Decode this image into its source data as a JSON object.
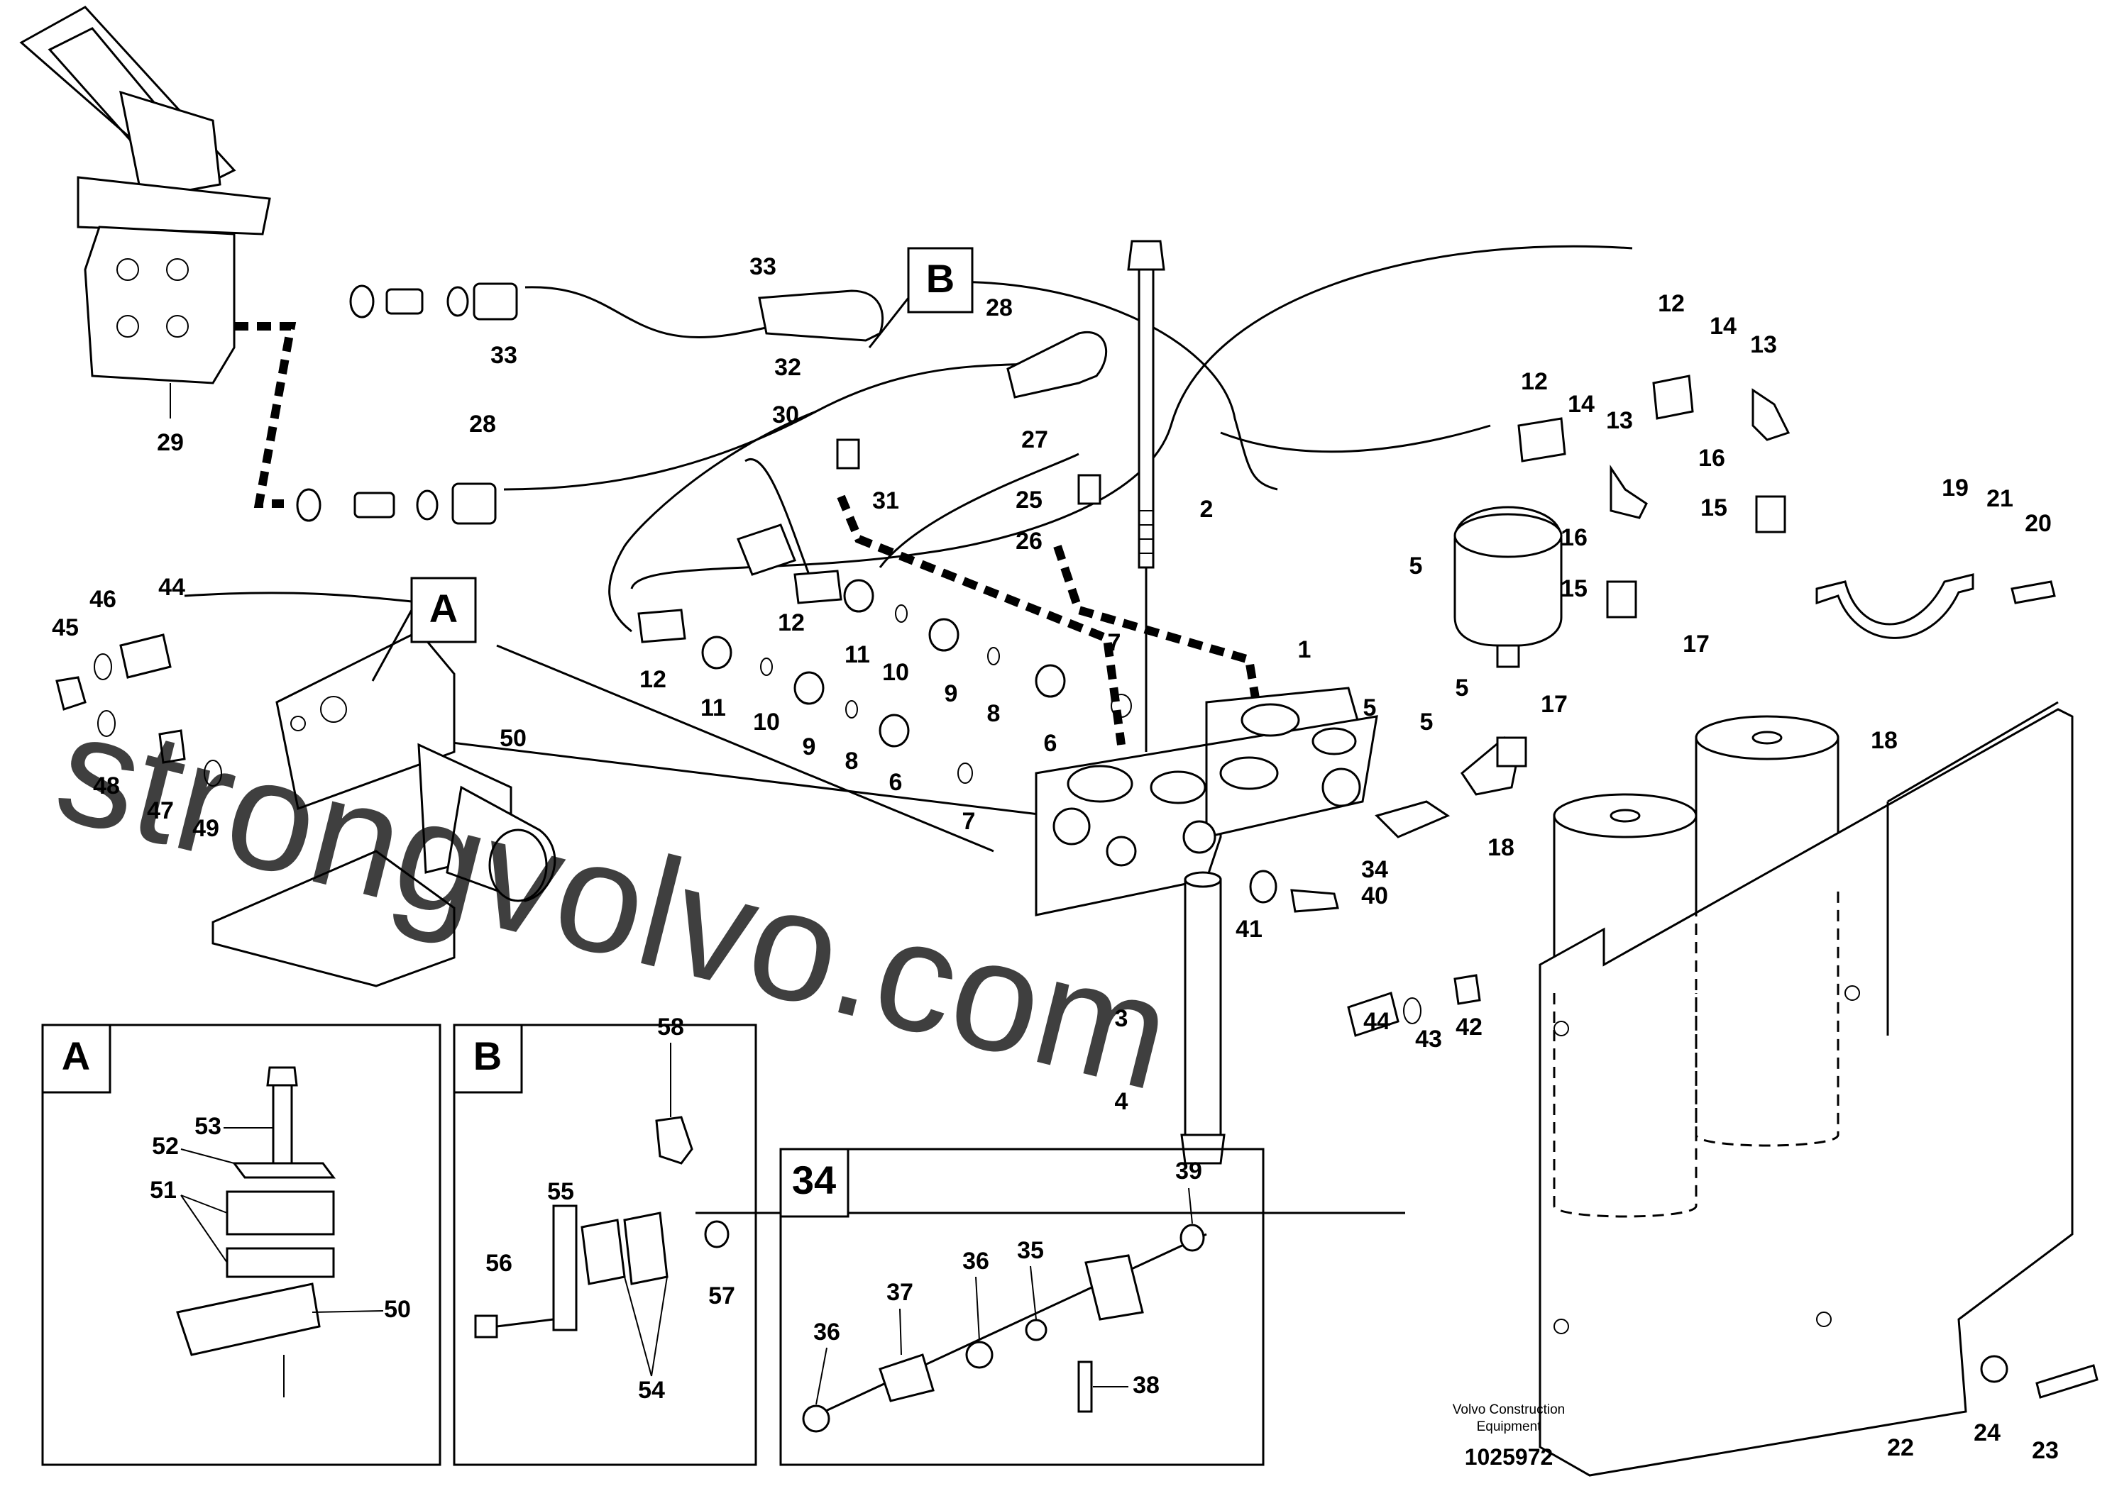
{
  "part_labels": {
    "l1": "1",
    "l2": "2",
    "l3": "3",
    "l4": "4",
    "l5a": "5",
    "l5b": "5",
    "l5c": "5",
    "l5d": "5",
    "l6a": "6",
    "l6b": "6",
    "l7a": "7",
    "l7b": "7",
    "l8a": "8",
    "l8b": "8",
    "l9a": "9",
    "l9b": "9",
    "l10a": "10",
    "l10b": "10",
    "l11a": "11",
    "l11b": "11",
    "l12a": "12",
    "l12b": "12",
    "l12c": "12",
    "l12d": "12",
    "l13a": "13",
    "l13b": "13",
    "l14a": "14",
    "l14b": "14",
    "l15a": "15",
    "l15b": "15",
    "l16a": "16",
    "l16b": "16",
    "l17a": "17",
    "l17b": "17",
    "l18a": "18",
    "l18b": "18",
    "l19": "19",
    "l20": "20",
    "l21": "21",
    "l22": "22",
    "l23": "23",
    "l24": "24",
    "l25": "25",
    "l26": "26",
    "l27": "27",
    "l28a": "28",
    "l28b": "28",
    "l29": "29",
    "l30": "30",
    "l31": "31",
    "l32": "32",
    "l33a": "33",
    "l33b": "33",
    "l34": "34",
    "l40": "40",
    "l41": "41",
    "l42": "42",
    "l43": "43",
    "l44a": "44",
    "l44b": "44",
    "l45": "45",
    "l46": "46",
    "l48": "48",
    "l47": "47",
    "l49": "49",
    "l50": "50"
  },
  "callouts": {
    "A": "A",
    "B": "B"
  },
  "detail_a": {
    "title": "A",
    "l53": "53",
    "l52": "52",
    "l51": "51",
    "l50": "50"
  },
  "detail_b": {
    "title": "B",
    "l58": "58",
    "l55": "55",
    "l56": "56",
    "l57": "57",
    "l54": "54"
  },
  "detail_34": {
    "title": "34",
    "l39": "39",
    "l36a": "36",
    "l35": "35",
    "l37": "37",
    "l36b": "36",
    "l38": "38"
  },
  "footer": {
    "brand_line1": "Volvo Construction",
    "brand_line2": "Equipment",
    "drawing_number": "1025972"
  },
  "watermark": "strongvolvo.com"
}
